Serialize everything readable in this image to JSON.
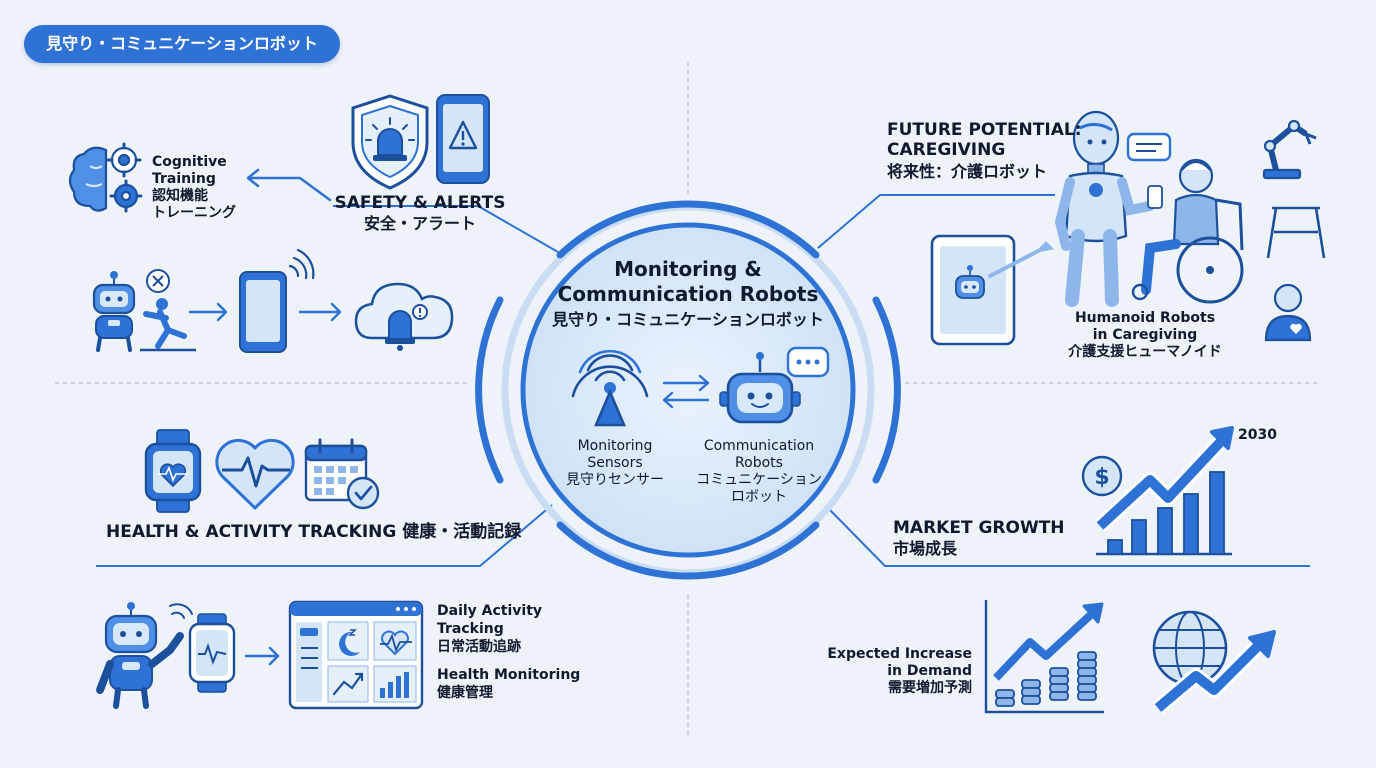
{
  "header": {
    "title_pill": "見守り・コミュニケーションロボット"
  },
  "center": {
    "title_line1": "Monitoring &",
    "title_line2": "Communication Robots",
    "title_jp": "見守り・コミュニケーションロボット",
    "sensor_label": [
      "Monitoring",
      "Sensors",
      "見守りセンサー"
    ],
    "robot_label": [
      "Communication",
      "Robots",
      "コミュニケーション",
      "ロボット"
    ]
  },
  "safety": {
    "title_en": "SAFETY & ALERTS",
    "title_jp": "安全・アラート"
  },
  "cognitive": {
    "lines": [
      "Cognitive",
      "Training",
      "認知機能",
      "トレーニング"
    ]
  },
  "health": {
    "title": "HEALTH & ACTIVITY TRACKING 健康・活動記録",
    "daily_lines": [
      "Daily Activity",
      "Tracking",
      "日常活動追跡"
    ],
    "monitor_lines": [
      "Health Monitoring",
      "健康管理"
    ]
  },
  "future": {
    "title_lines": [
      "FUTURE POTENTIAL:",
      "CAREGIVING",
      "将来性：介護ロボット"
    ],
    "humanoid_lines": [
      "Humanoid Robots",
      "in Caregiving",
      "介護支援ヒューマノイド"
    ]
  },
  "market": {
    "title_lines": [
      "MARKET GROWTH",
      "市場成長"
    ],
    "year": "2030",
    "expected_lines": [
      "Expected Increase",
      "in Demand",
      "需要増加予測"
    ]
  },
  "colors": {
    "primary": "#2f72d6",
    "dark": "#1c4f9c",
    "light": "#d4e5f8",
    "background": "#eef3f9"
  }
}
